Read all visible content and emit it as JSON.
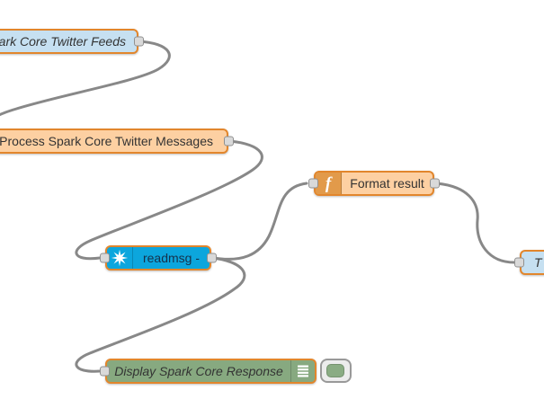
{
  "app": {
    "name": "Node-RED flow editor canvas"
  },
  "colors": {
    "canvas_bg": "#ffffff",
    "wire": "#888888",
    "selected_node_border": "#e2862c",
    "twitter_node_fill": "#c6e0f1",
    "function_node_fill": "#fdd0a2",
    "function_icon_bg": "#e29a4a",
    "sparkcore_node_fill": "#0ca6dd",
    "debug_node_fill": "#87a980",
    "port_fill": "#d9d9d9",
    "port_border": "#909090"
  },
  "nodes": [
    {
      "id": "spark-core-twitter-feeds",
      "label": "ark Core Twitter Feeds",
      "type": "twitter-in",
      "truncated": "left edge of screen",
      "selected": true,
      "ports": [
        "output"
      ]
    },
    {
      "id": "process-spark-core-twitter-messages",
      "label": "Process Spark Core Twitter Messages",
      "type": "function",
      "truncated": "left edge of screen",
      "selected": true,
      "ports": [
        "output"
      ]
    },
    {
      "id": "readmsg",
      "label": "readmsg -",
      "type": "sparkcore",
      "icon": "spark-star-icon",
      "selected": true,
      "ports": [
        "input",
        "output"
      ]
    },
    {
      "id": "format-result",
      "label": "Format result",
      "type": "function",
      "icon": "function-f-icon",
      "selected": true,
      "ports": [
        "input",
        "output"
      ]
    },
    {
      "id": "display-spark-core-response",
      "label": "Display Spark Core Response",
      "type": "debug",
      "icon": "debug-console-icon",
      "selected": true,
      "ports": [
        "input"
      ],
      "toggle_state": "enabled"
    },
    {
      "id": "right-edge-node",
      "label": "T",
      "type": "twitter-out",
      "truncated": "right edge of screen",
      "selected": true,
      "ports": [
        "input"
      ]
    }
  ],
  "connections": [
    {
      "from": "spark-core-twitter-feeds",
      "to": "process-spark-core-twitter-messages"
    },
    {
      "from": "process-spark-core-twitter-messages",
      "to": "readmsg"
    },
    {
      "from": "readmsg",
      "to": "format-result"
    },
    {
      "from": "readmsg",
      "to": "display-spark-core-response"
    },
    {
      "from": "format-result",
      "to": "right-edge-node"
    }
  ],
  "wire_paths": [
    "M 154 46 C 189 48 199 63 176 77 C 152 91 60 107 12 123 C -10 130 -26 141 -30 157",
    "M 256 157 C 292 161 301 175 281 189 C 245 214 137 252 100 268 C 77 278 80 291 111 287",
    "M 237 287 C 269 292 288 284 299 263 C 312 237 309 208 341 204",
    "M 237 287 C 273 292 282 308 260 322 C 224 348 137 378 100 393 C 77 402 80 415 111 413",
    "M 485 204 C 520 207 533 225 531 245 C 529 270 543 292 572 292"
  ]
}
